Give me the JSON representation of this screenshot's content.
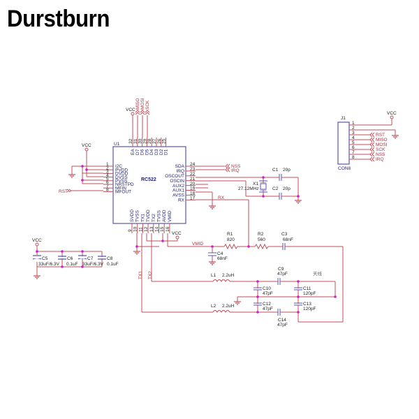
{
  "brand": "Durstburn",
  "schematic": {
    "ic": {
      "ref": "U1",
      "part": "RC522",
      "left_pins": [
        {
          "num": "1",
          "name": "I2C"
        },
        {
          "num": "2",
          "name": "PVDD"
        },
        {
          "num": "3",
          "name": "DVDD"
        },
        {
          "num": "4",
          "name": "DVSS"
        },
        {
          "num": "5",
          "name": "PVSS"
        },
        {
          "num": "6",
          "name": "NRSTPD"
        },
        {
          "num": "7",
          "name": "MFIN"
        },
        {
          "num": "8",
          "name": "MFOUT"
        }
      ],
      "right_pins": [
        {
          "num": "24",
          "name": "SDA"
        },
        {
          "num": "23",
          "name": "IRQ"
        },
        {
          "num": "22",
          "name": "OSCOUT"
        },
        {
          "num": "21",
          "name": "OSCIN"
        },
        {
          "num": "20",
          "name": "AUX2"
        },
        {
          "num": "19",
          "name": "AUX1"
        },
        {
          "num": "18",
          "name": "AVSS"
        },
        {
          "num": "17",
          "name": "RX"
        }
      ],
      "top_pins": [
        {
          "num": "32",
          "name": "EA"
        },
        {
          "num": "31",
          "name": "D7"
        },
        {
          "num": "30",
          "name": "D6"
        },
        {
          "num": "29",
          "name": "D5"
        },
        {
          "num": "28",
          "name": "D4"
        },
        {
          "num": "27",
          "name": "D3"
        },
        {
          "num": "26",
          "name": "D2"
        },
        {
          "num": "25",
          "name": "D1"
        }
      ],
      "bottom_pins": [
        {
          "num": "9",
          "name": "SVDD"
        },
        {
          "num": "10",
          "name": "TVSS"
        },
        {
          "num": "11",
          "name": "TX1"
        },
        {
          "num": "12",
          "name": "TVDD"
        },
        {
          "num": "13",
          "name": "TX2"
        },
        {
          "num": "14",
          "name": "TVSS"
        },
        {
          "num": "15",
          "name": "AVDD"
        },
        {
          "num": "16",
          "name": "VMID"
        }
      ]
    },
    "top_nets": [
      "MISO",
      "MOSI",
      "SCK"
    ],
    "right_nets": [
      "NSS",
      "IRQ"
    ],
    "rst_net": "RST",
    "rx_net": "RX",
    "vmid_net": "VMID",
    "tx1_net": "TX1",
    "tx2_net": "TX2",
    "vcc": "VCC",
    "connector": {
      "ref": "J1",
      "part": "CON8",
      "pins": [
        "1",
        "2",
        "3",
        "4",
        "5",
        "6",
        "7",
        "8"
      ],
      "nets": [
        "RST",
        "MISO",
        "MOSI",
        "SCK",
        "NSS",
        "IRQ"
      ]
    },
    "crystal": {
      "ref": "X1",
      "value": "27.12MHz"
    },
    "components": {
      "C1": {
        "ref": "C1",
        "value": "20p"
      },
      "C2": {
        "ref": "C2",
        "value": "20p"
      },
      "C3": {
        "ref": "C3",
        "value": "68nF"
      },
      "C4": {
        "ref": "C4",
        "value": "68nF"
      },
      "C5": {
        "ref": "C5",
        "value": "33uF/6.3V"
      },
      "C6": {
        "ref": "C6",
        "value": "0.1uF"
      },
      "C7": {
        "ref": "C7",
        "value": "33uF/6.3V"
      },
      "C8": {
        "ref": "C8",
        "value": "0.1uF"
      },
      "C9": {
        "ref": "C9",
        "value": "47pF"
      },
      "C10": {
        "ref": "C10",
        "value": "47pF"
      },
      "C11": {
        "ref": "C11",
        "value": "120pF"
      },
      "C12": {
        "ref": "C12",
        "value": "47pF"
      },
      "C13": {
        "ref": "C13",
        "value": "120pF"
      },
      "C14": {
        "ref": "C14",
        "value": "47pF"
      },
      "R1": {
        "ref": "R1",
        "value": "820"
      },
      "R2": {
        "ref": "R2",
        "value": "560"
      },
      "L1": {
        "ref": "L1",
        "value": "2.2uH"
      },
      "L2": {
        "ref": "L2",
        "value": "2.2uH"
      }
    },
    "antenna_label": "天线"
  }
}
